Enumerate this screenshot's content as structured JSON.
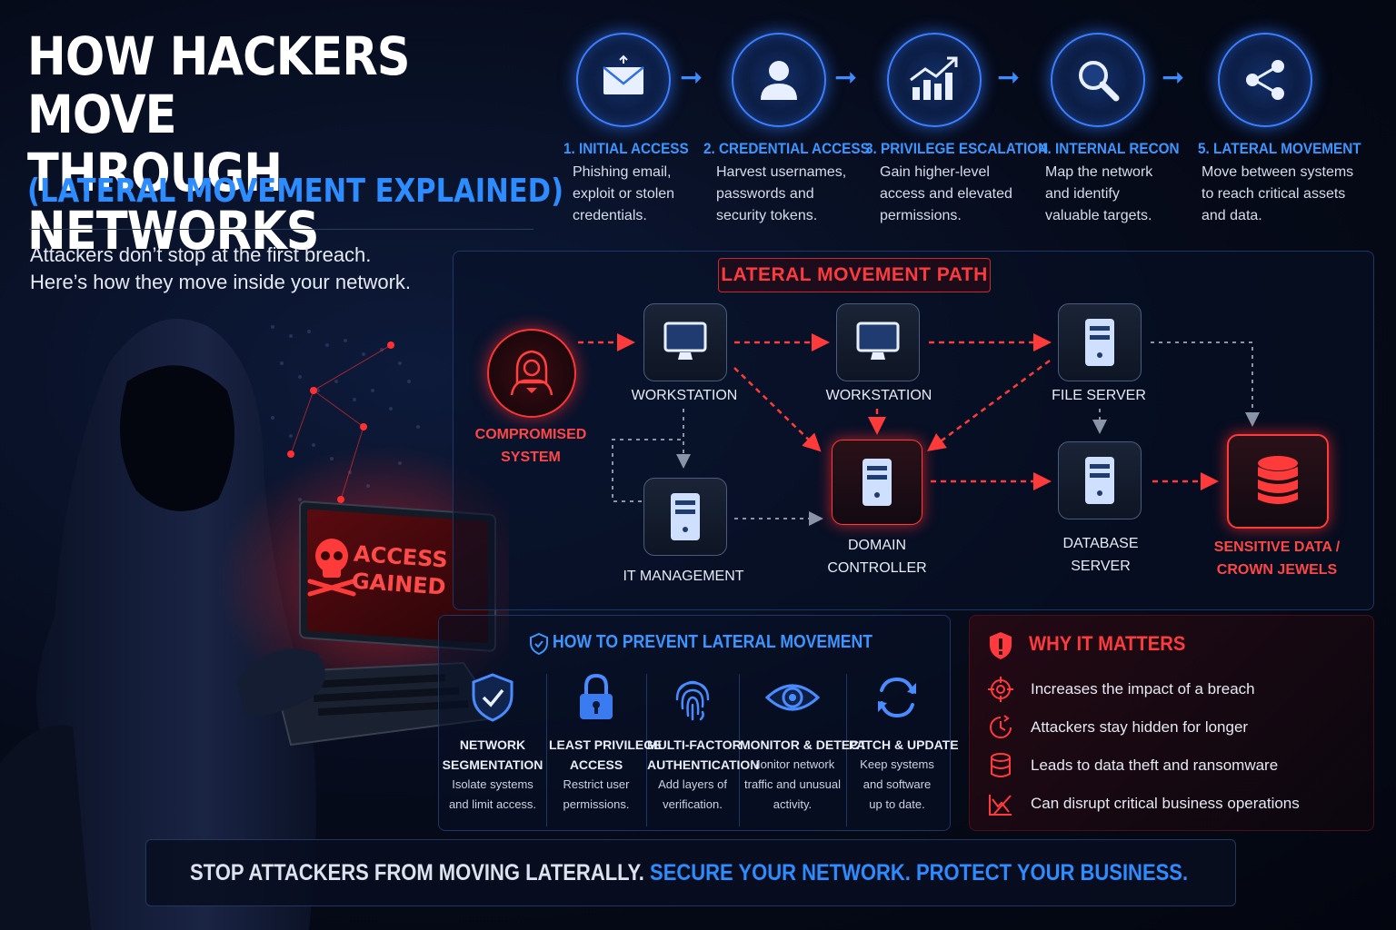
{
  "header": {
    "title_line1": "HOW HACKERS MOVE",
    "title_line2": "THROUGH NETWORKS",
    "subtitle": "(LATERAL MOVEMENT EXPLAINED)",
    "tagline_line1": "Attackers don’t stop at the first breach.",
    "tagline_line2": "Here’s how they move inside your network."
  },
  "steps": [
    {
      "title": "1. INITIAL ACCESS",
      "desc": [
        "Phishing email,",
        "exploit or stolen",
        "credentials."
      ],
      "icon": "envelope-icon"
    },
    {
      "title": "2. CREDENTIAL ACCESS",
      "desc": [
        "Harvest usernames,",
        "passwords and",
        "security tokens."
      ],
      "icon": "user-icon"
    },
    {
      "title": "3. PRIVILEGE ESCALATION",
      "desc": [
        "Gain higher-level",
        "access and elevated",
        "permissions."
      ],
      "icon": "chart-up-icon"
    },
    {
      "title": "4. INTERNAL RECON",
      "desc": [
        "Map the network",
        "and identify",
        "valuable targets."
      ],
      "icon": "magnifier-icon"
    },
    {
      "title": "5. LATERAL MOVEMENT",
      "desc": [
        "Move between systems",
        "to reach critical assets",
        "and data."
      ],
      "icon": "share-icon"
    }
  ],
  "laptop": {
    "line1": "ACCESS",
    "line2": "GAINED"
  },
  "path": {
    "title": "LATERAL MOVEMENT PATH",
    "nodes": {
      "compromised": [
        "COMPROMISED",
        "SYSTEM"
      ],
      "workstation1": "WORKSTATION",
      "workstation2": "WORKSTATION",
      "file_server": "FILE SERVER",
      "it_management": "IT MANAGEMENT",
      "domain_controller": [
        "DOMAIN",
        "CONTROLLER"
      ],
      "database_server": [
        "DATABASE",
        "SERVER"
      ],
      "sensitive": [
        "SENSITIVE DATA /",
        "CROWN JEWELS"
      ]
    }
  },
  "prevent": {
    "title": "HOW TO PREVENT LATERAL MOVEMENT",
    "items": [
      {
        "name": [
          "NETWORK",
          "SEGMENTATION"
        ],
        "desc": [
          "Isolate systems",
          "and limit access."
        ],
        "icon": "shield-check-icon"
      },
      {
        "name": [
          "LEAST PRIVILEGE",
          "ACCESS"
        ],
        "desc": [
          "Restrict user",
          "permissions."
        ],
        "icon": "padlock-icon"
      },
      {
        "name": [
          "MULTI-FACTOR",
          "AUTHENTICATION"
        ],
        "desc": [
          "Add layers of",
          "verification."
        ],
        "icon": "fingerprint-icon"
      },
      {
        "name": [
          "MONITOR & DETECT"
        ],
        "desc": [
          "Monitor network",
          "traffic and unusual",
          "activity."
        ],
        "icon": "eye-icon"
      },
      {
        "name": [
          "PATCH & UPDATE"
        ],
        "desc": [
          "Keep systems",
          "and software",
          "up to date."
        ],
        "icon": "refresh-icon"
      }
    ]
  },
  "why": {
    "title": "WHY IT MATTERS",
    "items": [
      {
        "text": "Increases the impact of a breach",
        "icon": "target-icon"
      },
      {
        "text": "Attackers stay hidden for longer",
        "icon": "clock-icon"
      },
      {
        "text": "Leads to data theft and ransomware",
        "icon": "database-icon"
      },
      {
        "text": "Can disrupt critical business operations",
        "icon": "broken-line-icon"
      }
    ]
  },
  "footer": {
    "part1": "STOP ATTACKERS FROM MOVING LATERALLY.",
    "part2": "SECURE YOUR NETWORK. PROTECT YOUR BUSINESS."
  },
  "colors": {
    "blue_accent": "#2d8cff",
    "red_accent": "#ff3a3f",
    "background": "#060b1a"
  }
}
